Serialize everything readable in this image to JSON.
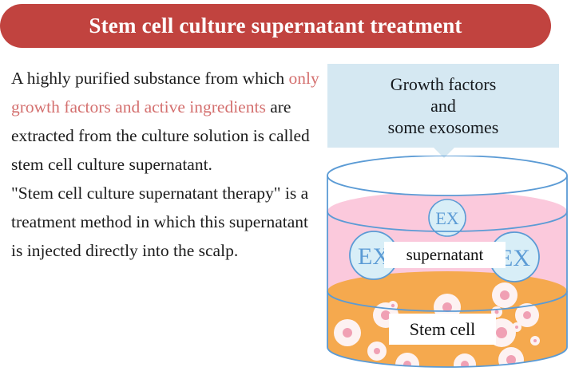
{
  "title": {
    "text": "Stem cell culture supernatant treatment",
    "banner_color": "#c1433f",
    "text_color": "#ffffff"
  },
  "body": {
    "paragraph_1_part_1": "A highly purified substance from which ",
    "paragraph_1_highlight": "only growth factors and active ingredients",
    "paragraph_1_part_2": " are extracted from the culture solution is called stem cell culture supernatant.",
    "paragraph_2": "\"Stem cell culture supernatant therapy\" is a treatment method in which this supernatant is injected directly into the scalp.",
    "text_color": "#1c1c1c",
    "highlight_color": "#d4706f"
  },
  "callout": {
    "text": "Growth factors\nand\nsome exosomes",
    "background_color": "#d5e8f2",
    "text_color": "#14181c"
  },
  "diagram": {
    "name": "culture-vessel-cylinder",
    "outline_color": "#5b9bd5",
    "supernatant_color": "#fbc9dc",
    "stem_cell_layer_color": "#f5a94e",
    "headspace_color": "#ffffff",
    "exosome_fill": "#d8eef7",
    "exosome_stroke": "#5b9bd5",
    "exosome_label": "EX",
    "exosome_count": 3,
    "cell_body_color": "#fdf2f2",
    "cell_nucleus_color": "#f0a0b4",
    "labels": {
      "supernatant": "supernatant",
      "stem_cell": "Stem cell"
    }
  }
}
